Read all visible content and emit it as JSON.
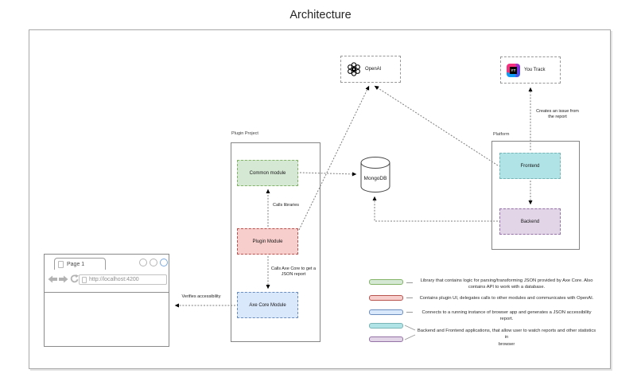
{
  "title": "Architecture",
  "diagram": {
    "browser_window": {
      "tab_label": "Page 1",
      "url": "http://localhost:4200"
    },
    "plugin_project": {
      "label": "Plugin Project",
      "common_module": "Common module",
      "plugin_module": "Plugin Module",
      "axe_core_module": "Axe Core Module"
    },
    "platform": {
      "label": "Platform",
      "frontend": "Frontend",
      "backend": "Backend"
    },
    "openai": {
      "label": "OpenAI"
    },
    "youtrack": {
      "label": "You Track",
      "logo_text": "YT"
    },
    "mongodb": {
      "label": "MongoDB"
    },
    "edge_labels": {
      "calls_libraries": "Calls libraries",
      "calls_axe_core": {
        "line1": "Calls Axe Core to get a",
        "line2": "JSON report"
      },
      "verifies_accessibility": "Verifies accessibility",
      "creates_issue": {
        "line1": "Creates an issue from",
        "line2": "the report"
      }
    }
  },
  "legend": {
    "swatch_colors": [
      {
        "fill": "#d5e8d4",
        "border": "#82b366"
      },
      {
        "fill": "#f8cecc",
        "border": "#b85450"
      },
      {
        "fill": "#dae8fc",
        "border": "#6c8ebf"
      },
      {
        "fill": "#b0e3e6",
        "border": "#79b4b7"
      },
      {
        "fill": "#e1d5e7",
        "border": "#9673a6"
      }
    ],
    "entries": [
      {
        "line1": "Library that contains logic for parsing/transforming JSON provided by Axe Core. Also",
        "line2": "contains API to work with a database."
      },
      {
        "line1": "Contains plugin UI, delegates calls to other modules and communicates with OpenAI."
      },
      {
        "line1": "Connects to a running instance of browser app and generates a JSON accessibility report."
      },
      {
        "line1": "Backend and Frontend applications, that allow user to watch reports and other statistics in",
        "line2": "browser"
      }
    ]
  }
}
